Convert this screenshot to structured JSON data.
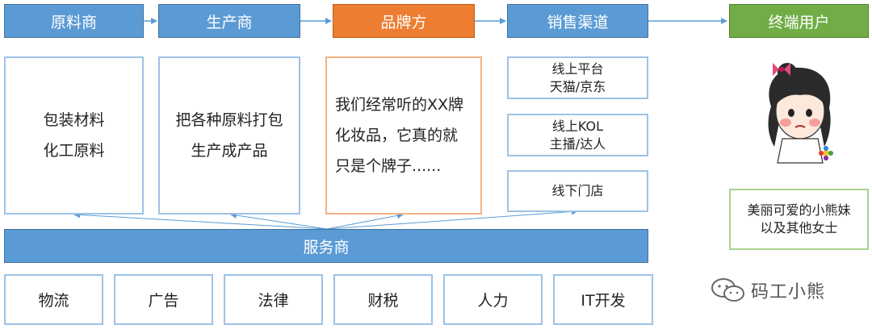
{
  "header": {
    "supplier": "原料商",
    "producer": "生产商",
    "brand": "品牌方",
    "channel": "销售渠道",
    "user": "终端用户"
  },
  "panels": {
    "supplier": "包装材料\n化工原料",
    "producer": "把各种原料打包\n生产成产品",
    "brand": "我们经常听的XX牌\n化妆品，它真的就\n只是个牌子......"
  },
  "channels": [
    {
      "text": "线上平台\n天猫/京东"
    },
    {
      "text": "线上KOL\n主播/达人"
    },
    {
      "text": "线下门店"
    }
  ],
  "user_description": "美丽可爱的小熊妹\n以及其他女士",
  "service_provider": "服务商",
  "services": [
    "物流",
    "广告",
    "法律",
    "财税",
    "人力",
    "IT开发"
  ],
  "watermark": "码工小熊",
  "colors": {
    "blue": "#5b9bd5",
    "orange": "#ed7d31",
    "green": "#70ad47",
    "light_blue_border": "#9dc3e6"
  }
}
